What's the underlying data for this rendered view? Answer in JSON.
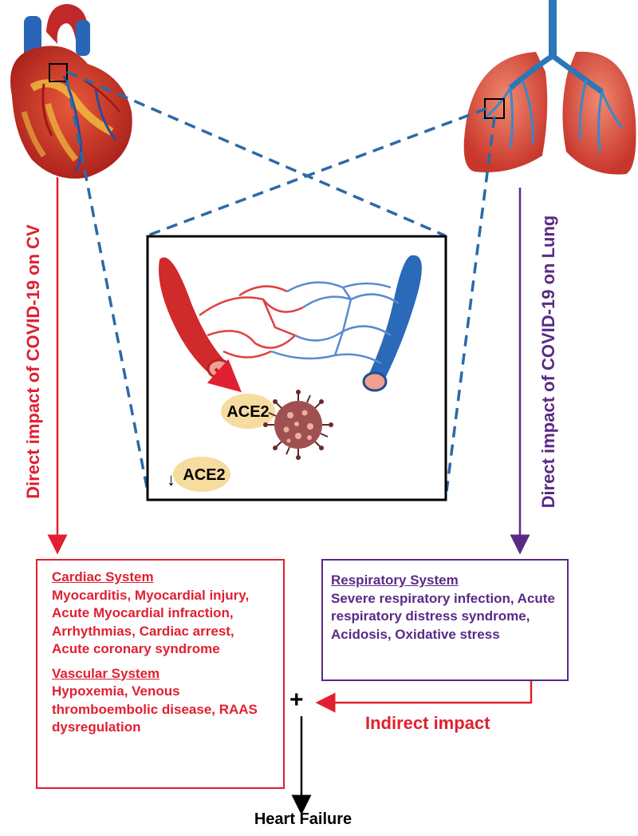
{
  "labels": {
    "cv_direct": "Direct impact of COVID-19 on CV",
    "lung_direct": "Direct impact of COVID-19 on Lung",
    "ace2_top": "ACE2",
    "ace2_bottom": "ACE2",
    "indirect": "Indirect impact",
    "heart_failure": "Heart Failure",
    "plus": "+",
    "decrease_arrow": "↓"
  },
  "cardiac_box": {
    "title": "Cardiac System",
    "text": "Myocarditis, Myocardial injury, Acute Myocardial infraction, Arrhythmias, Cardiac arrest, Acute coronary syndrome",
    "vascular_title": "Vascular System",
    "vascular_text": "Hypoxemia, Venous thromboembolic disease, RAAS dysregulation"
  },
  "respiratory_box": {
    "title": "Respiratory System",
    "text": "Severe respiratory infection, Acute respiratory distress syndrome, Acidosis, Oxidative stress"
  },
  "colors": {
    "cv_red": "#e02030",
    "lung_purple": "#5a2a86",
    "dash_blue": "#2a6aa8",
    "ace2_fill": "#f7dca0"
  }
}
